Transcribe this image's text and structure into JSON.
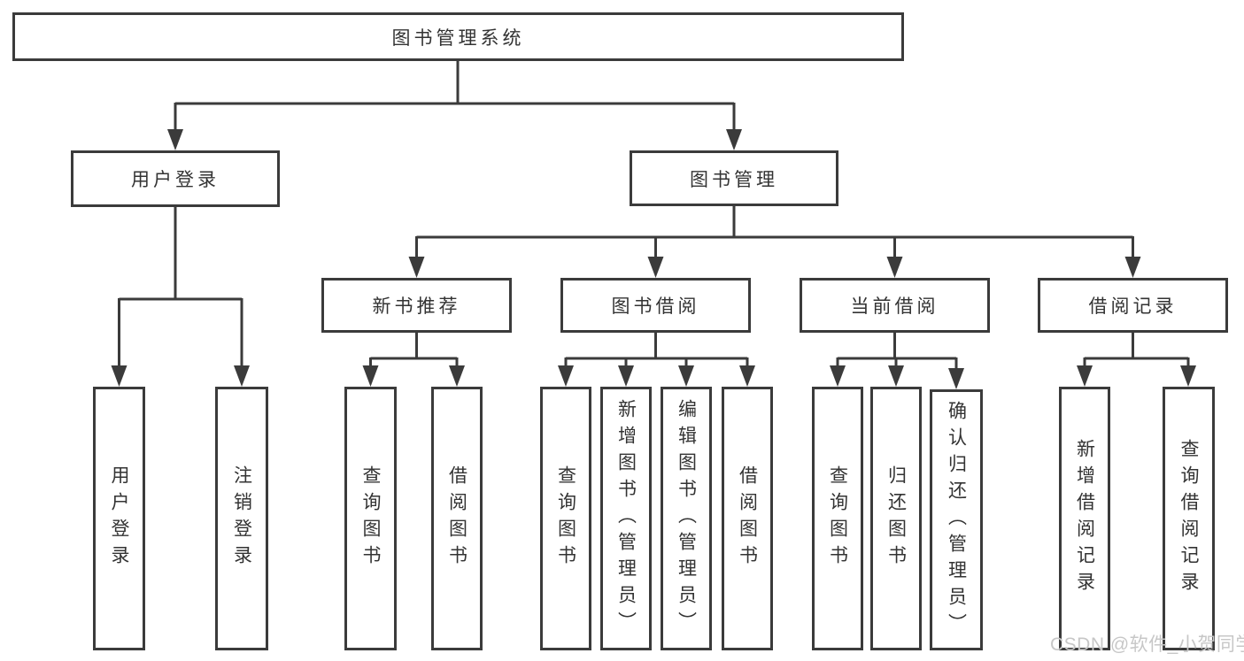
{
  "diagram": {
    "root": {
      "label": "图书管理系统"
    },
    "branches": [
      {
        "label": "用户登录",
        "children": [
          {
            "label": "用户登录"
          },
          {
            "label": "注销登录"
          }
        ]
      },
      {
        "label": "图书管理",
        "children": [
          {
            "label": "新书推荐",
            "children": [
              {
                "label": "查询图书"
              },
              {
                "label": "借阅图书"
              }
            ]
          },
          {
            "label": "图书借阅",
            "children": [
              {
                "label": "查询图书"
              },
              {
                "label": "新增图书（管理员）"
              },
              {
                "label": "编辑图书（管理员）"
              },
              {
                "label": "借阅图书"
              }
            ]
          },
          {
            "label": "当前借阅",
            "children": [
              {
                "label": "查询图书"
              },
              {
                "label": "归还图书"
              },
              {
                "label": "确认归还（管理员）"
              }
            ]
          },
          {
            "label": "借阅记录",
            "children": [
              {
                "label": "新增借阅记录"
              },
              {
                "label": "查询借阅记录"
              }
            ]
          }
        ]
      }
    ],
    "colors": {
      "line": "#3b3b3b",
      "box_border": "#3b3b3b",
      "box_fill": "#ffffff",
      "text": "#333333",
      "watermark": "#c7c7c7"
    },
    "watermark": {
      "text": "CSDN @软件_小贺同学"
    }
  }
}
